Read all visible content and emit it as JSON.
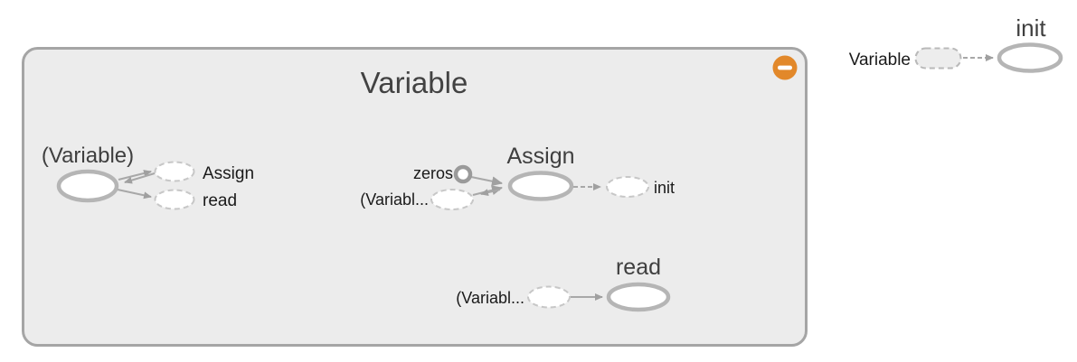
{
  "graph": {
    "group": {
      "title": "Variable",
      "collapse_button_icon": "minus"
    },
    "clusters": {
      "variable_op": {
        "title": "(Variable)",
        "annotations": [
          {
            "label": "Assign"
          },
          {
            "label": "read"
          }
        ]
      },
      "assign": {
        "title": "Assign",
        "input_const_label": "zeros",
        "input_ref_label": "(Variabl...",
        "output_label": "init"
      },
      "read": {
        "title": "read",
        "input_ref_label": "(Variabl..."
      },
      "init": {
        "title": "init",
        "input_group_label": "Variable"
      }
    },
    "colors": {
      "canvas_bg": "#ffffff",
      "group_fill": "#ececec",
      "group_border": "#a5a5a5",
      "node_stroke": "#b5b5b5",
      "const_stroke": "#9a9a9a",
      "annotation_stroke": "#c7c7c7",
      "edge": "#a8a8a8",
      "arrowhead": "#a0a0a0",
      "title_text": "#3f3f3f",
      "annotation_text": "#1a1a1a",
      "collapse_button": "#e2882a",
      "collapsed_node_fill": "#ededed"
    }
  }
}
